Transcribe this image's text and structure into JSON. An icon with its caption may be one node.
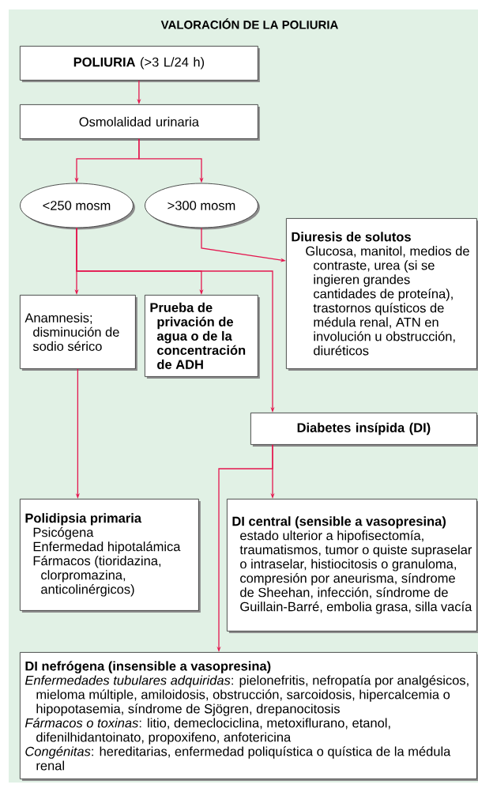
{
  "diagram": {
    "title": "VALORACIÓN DE LA POLIURIA",
    "nodes": [
      {
        "text": [
          "**POLIURIA**  (>3 L/24 h)"
        ]
      },
      {
        "text": [
          "Osmolalidad urinaria"
        ]
      },
      {
        "text": [
          "<250 mosm"
        ]
      },
      {
        "text": [
          ">300 mosm"
        ]
      },
      {
        "text": [
          "Diuresis de solutos",
          "Glucosa, manitol, medios de contraste, urea (si se ingieren grandes cantidades de proteína), trastornos quísticos de médula renal, ATN en involución u obstrucción, diuréticos"
        ]
      },
      {
        "text": [
          "Anamnesis; disminución de sodio sérico"
        ]
      },
      {
        "text": [
          "Prueba de privación de agua o de la concentración de ADH"
        ]
      },
      {
        "text": [
          "Diabetes insípida (DI)"
        ]
      },
      {
        "text": [
          "Polidipsia primaria",
          "Psicógena",
          "Enfermedad hipotalámica",
          "Fármacos (tioridazina, clorpromazina, anticolinérgicos)"
        ]
      },
      {
        "text": [
          "DI central (sensible a vasopresina)",
          "estado ulterior a hipofisectomía, traumatismos, tumor o quiste supraselar o intraselar, histiocitosis o granuloma, compresión por aneurisma, síndrome de Sheehan, infección, síndrome de Guillain-Barré, embolia grasa, silla vacía"
        ]
      },
      {
        "text": [
          "DI nefrógena (insensible a vasopresina)",
          "*Enfermedades tubulares adquiridas*: pielonefritis, nefropatía por analgésicos, mieloma múltiple, amiloidosis, obstrucción, sarcoidosis, hipercalcemia o hipopotasemia, síndrome de Sjögren, drepanocitosis",
          "*Fármacos o toxinas*: litio, demeclociclina, metoxiflurano, etanol, difenilhidantoinato, propoxifeno, anfotericina",
          "*Congénitas*: hereditarias, enfermedad poliquística o quística de la médula renal"
        ]
      }
    ],
    "edges": [
      {
        "from": 0,
        "to": 1,
        "arrow": "to"
      },
      {
        "from": 1,
        "to": 2,
        "arrow": "to"
      },
      {
        "from": 1,
        "to": 3,
        "arrow": "to"
      },
      {
        "from": 3,
        "to": 4,
        "arrow": "to"
      },
      {
        "from": 2,
        "to": 5,
        "arrow": "to"
      },
      {
        "from": 2,
        "to": 6,
        "arrow": "to"
      },
      {
        "from": 2,
        "to": 7,
        "arrow": "to"
      },
      {
        "from": 5,
        "to": 8,
        "arrow": "to"
      },
      {
        "from": 7,
        "to": 9,
        "arrow": "to"
      },
      {
        "from": 7,
        "to": 10,
        "arrow": "to"
      }
    ]
  }
}
